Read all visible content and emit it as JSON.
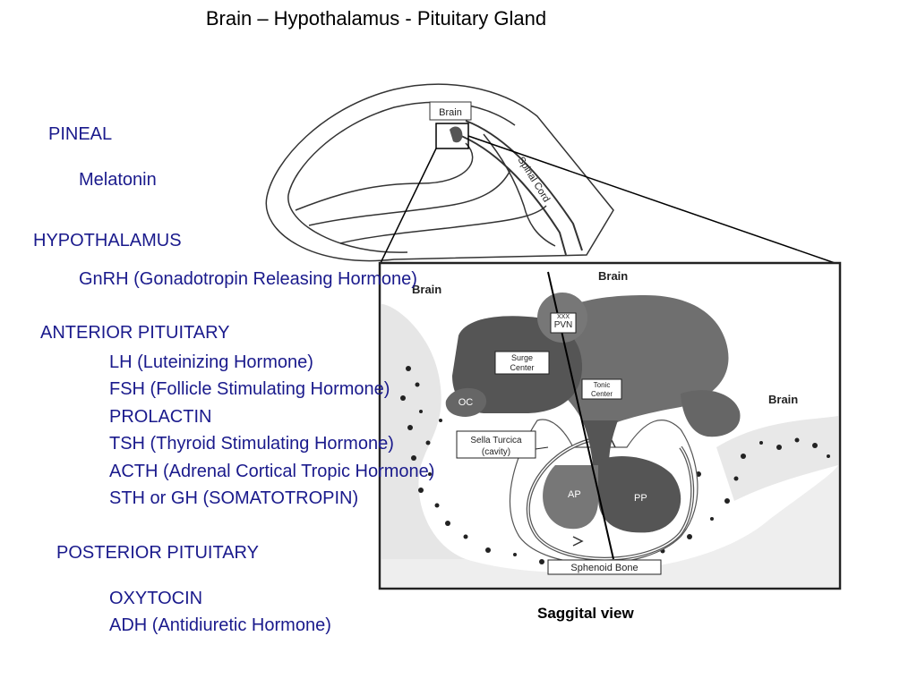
{
  "title": "Brain – Hypothalamus - Pituitary Gland",
  "sections": {
    "pineal": {
      "heading": "PINEAL",
      "items": [
        "Melatonin"
      ]
    },
    "hypothalamus": {
      "heading": "HYPOTHALAMUS",
      "items": [
        "GnRH (Gonadotropin Releasing Hormone)"
      ]
    },
    "anterior": {
      "heading": "ANTERIOR PITUITARY",
      "items": [
        "LH (Luteinizing Hormone)",
        "FSH (Follicle Stimulating Hormone)",
        "PROLACTIN",
        "TSH (Thyroid Stimulating Hormone)",
        "ACTH (Adrenal Cortical Tropic Hormone)",
        "STH or GH (SOMATOTROPIN)"
      ]
    },
    "posterior": {
      "heading": "POSTERIOR PITUITARY",
      "items": [
        "OXYTOCIN",
        "ADH (Antidiuretic Hormone)"
      ]
    }
  },
  "diagram": {
    "overview_brain": "Brain",
    "spinal_cord": "Spinal Cord",
    "brain_top": "Brain",
    "brain_left": "Brain",
    "brain_right": "Brain",
    "pvn": "PVN",
    "pvn_marks": "XXX",
    "surge_center_1": "Surge",
    "surge_center_2": "Center",
    "tonic_center_1": "Tonic",
    "tonic_center_2": "Center",
    "oc": "OC",
    "sella_1": "Sella Turcica",
    "sella_2": "(cavity)",
    "ap": "AP",
    "pp": "PP",
    "sphenoid": "Sphenoid Bone",
    "caption": "Saggital view"
  }
}
